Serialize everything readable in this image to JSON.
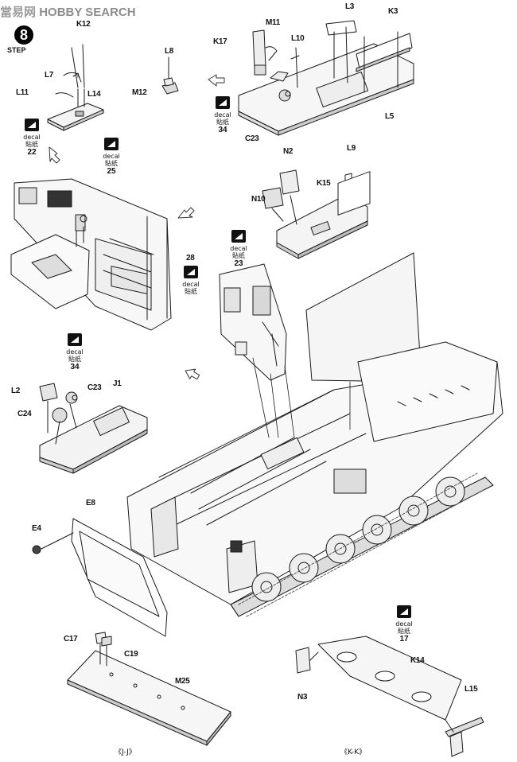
{
  "watermark": {
    "cn": "當易网",
    "en": "HOBBY SEARCH"
  },
  "step": {
    "number": "8",
    "label": "STEP"
  },
  "decal_text": {
    "en": "decal",
    "cn": "貼纸"
  },
  "decals": [
    {
      "id": "d34a",
      "num": "34"
    },
    {
      "id": "d22",
      "num": "22"
    },
    {
      "id": "d25",
      "num": "25"
    },
    {
      "id": "d23",
      "num": "23"
    },
    {
      "id": "d28",
      "num": ""
    },
    {
      "id": "d34b",
      "num": "34"
    },
    {
      "id": "d17",
      "num": "17"
    }
  ],
  "part_labels": {
    "K12": "K12",
    "L7": "L7",
    "L11": "L11",
    "L14": "L14",
    "L8": "L8",
    "M12": "M12",
    "L3": "L3",
    "K3": "K3",
    "K17": "K17",
    "M11": "M11",
    "L10": "L10",
    "C23a": "C23",
    "L5": "L5",
    "n34": "34",
    "N2": "N2",
    "L9": "L9",
    "N10": "N10",
    "K15": "K15",
    "n28": "28",
    "L2": "L2",
    "C23b": "C23",
    "J1": "J1",
    "C24": "C24",
    "E8": "E8",
    "E4": "E4",
    "C17": "C17",
    "C19": "C19",
    "M25": "M25",
    "N3": "N3",
    "K14": "K14",
    "L15": "L15",
    "n17": "17"
  },
  "views": {
    "jj": "《J-J》",
    "kk": "《K-K》"
  },
  "icons": [
    "decal-icon",
    "arrow-icon"
  ]
}
